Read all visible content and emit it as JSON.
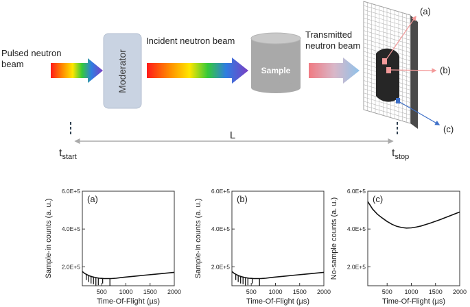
{
  "diagram": {
    "pulsed_beam_label": [
      "Pulsed neutron",
      "beam"
    ],
    "moderator_label": "Moderator",
    "incident_label": "Incident neutron beam",
    "sample_label": "Sample",
    "transmitted_label": [
      "Transmitted",
      "neutron beam"
    ],
    "path_label": "L",
    "t_start": {
      "main": "t",
      "sub": "start"
    },
    "t_stop": {
      "main": "t",
      "sub": "stop"
    },
    "pixel_labels": [
      "(a)",
      "(b)",
      "(c)"
    ],
    "colors": {
      "moderator_fill": "#c9d3e2",
      "sample_fill": "#a9a9a9",
      "detector_grid": "#b7b7b7",
      "pixel_a": "#f39a9a",
      "pixel_b": "#f39a9a",
      "pixel_c": "#3d6fc8",
      "dashed_marker": "#2f4050"
    }
  },
  "chart_data": [
    {
      "type": "line",
      "panel_label": "(a)",
      "xlabel": "Time-Of-Flight (µs)",
      "ylabel": "Sample-in counts (a. u.)",
      "xlim": [
        100,
        2000
      ],
      "ylim": [
        100000,
        600000
      ],
      "xticks": [
        500,
        1000,
        1500,
        2000
      ],
      "yticks": [
        200000,
        400000,
        600000
      ],
      "ytick_labels": [
        "2.0E+5",
        "4.0E+5",
        "6.0E+5"
      ],
      "x": [
        100,
        150,
        200,
        250,
        300,
        350,
        400,
        450,
        500,
        550,
        600,
        650,
        700,
        800,
        900,
        1000,
        1200,
        1400,
        1600,
        1800,
        2000
      ],
      "y": [
        175000,
        165000,
        158000,
        152000,
        148000,
        145000,
        142000,
        140000,
        139000,
        138000,
        138000,
        138000,
        138000,
        140000,
        143000,
        146000,
        151000,
        156000,
        161000,
        166000,
        171000
      ],
      "dips": [
        [
          180,
          130000
        ],
        [
          230,
          120000
        ],
        [
          280,
          112000
        ],
        [
          330,
          108000
        ],
        [
          380,
          102000
        ],
        [
          430,
          103000
        ],
        [
          520,
          112000
        ],
        [
          670,
          85000
        ]
      ]
    },
    {
      "type": "line",
      "panel_label": "(b)",
      "xlabel": "Time-Of-Flight (µs)",
      "ylabel": "Sample-in counts (a. u.)",
      "xlim": [
        100,
        2000
      ],
      "ylim": [
        100000,
        600000
      ],
      "xticks": [
        500,
        1000,
        1500,
        2000
      ],
      "yticks": [
        200000,
        400000,
        600000
      ],
      "ytick_labels": [
        "2.0E+5",
        "4.0E+5",
        "6.0E+5"
      ],
      "x": [
        100,
        150,
        200,
        250,
        300,
        350,
        400,
        450,
        500,
        550,
        600,
        650,
        700,
        800,
        900,
        1000,
        1200,
        1400,
        1600,
        1800,
        2000
      ],
      "y": [
        175000,
        165000,
        158000,
        152000,
        148000,
        145000,
        142000,
        140000,
        139000,
        138000,
        138000,
        138000,
        138000,
        140000,
        143000,
        146000,
        151000,
        156000,
        161000,
        166000,
        171000
      ],
      "dips": [
        [
          180,
          130000
        ],
        [
          230,
          120000
        ],
        [
          280,
          112000
        ],
        [
          330,
          108000
        ],
        [
          380,
          102000
        ],
        [
          430,
          103000
        ],
        [
          520,
          112000
        ],
        [
          670,
          85000
        ]
      ]
    },
    {
      "type": "line",
      "panel_label": "(c)",
      "xlabel": "Time-Of-Flight (µs)",
      "ylabel": "No-sample counts (a. u.)",
      "xlim": [
        100,
        2000
      ],
      "ylim": [
        100000,
        600000
      ],
      "xticks": [
        500,
        1000,
        1500,
        2000
      ],
      "yticks": [
        200000,
        400000,
        600000
      ],
      "ytick_labels": [
        "2.0E+5",
        "4.0E+5",
        "6.0E+5"
      ],
      "x": [
        100,
        200,
        300,
        400,
        500,
        600,
        700,
        800,
        900,
        1000,
        1100,
        1200,
        1300,
        1400,
        1500,
        1600,
        1700,
        1800,
        1900,
        2000
      ],
      "y": [
        545000,
        505000,
        478000,
        458000,
        440000,
        425000,
        414000,
        408000,
        405000,
        406000,
        410000,
        416000,
        424000,
        432000,
        441000,
        450000,
        460000,
        470000,
        480000,
        490000
      ],
      "dips": []
    }
  ]
}
